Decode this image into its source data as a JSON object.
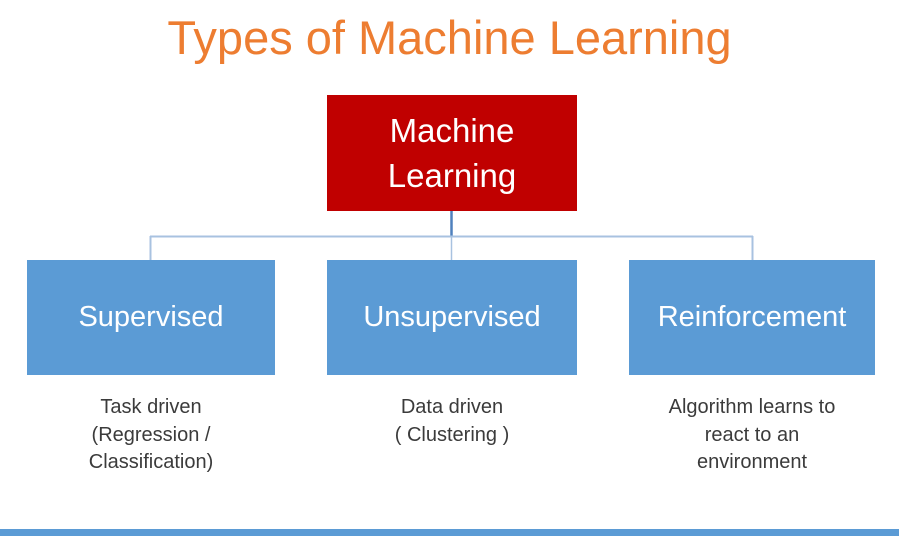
{
  "title": "Types of Machine Learning",
  "root": {
    "label": "Machine Learning"
  },
  "branches": [
    {
      "label": "Supervised",
      "desc_lines": [
        "Task driven",
        "(Regression /",
        "Classification)"
      ]
    },
    {
      "label": "Unsupervised",
      "desc_lines": [
        "Data driven",
        "( Clustering )"
      ]
    },
    {
      "label": "Reinforcement",
      "desc_lines": [
        "Algorithm learns to",
        "react to an",
        "environment"
      ]
    }
  ],
  "colors": {
    "title_text": "#ED7D31",
    "root_box_bg": "#C00000",
    "branch_box_bg": "#5B9BD5",
    "box_text": "#FFFFFF",
    "connector_dark": "#4F81BD",
    "connector_light": "#A8C2E0",
    "description_text": "#3B3B3B",
    "footer_bar": "#5B9BD5"
  }
}
